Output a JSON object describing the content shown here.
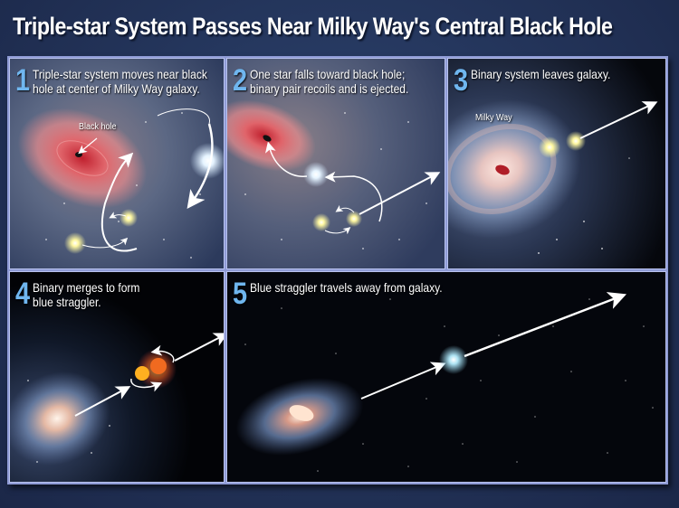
{
  "title": "Triple-star System Passes Near Milky Way's Central Black Hole",
  "colors": {
    "background": "#24365c",
    "frame_border": "#8f9bd6",
    "step_number": "#6fb6ef",
    "caption_text": "#ffffff",
    "black_hole_disk": "#d9545a",
    "star_yellow": "#fff6a8",
    "star_blue": "#bfe8ff"
  },
  "panels": [
    {
      "number": "1",
      "caption_line1": "Triple-star system moves near black",
      "caption_line2": "hole at center of Milky Way galaxy.",
      "labels": [
        "Black hole"
      ]
    },
    {
      "number": "2",
      "caption_line1": "One star falls toward black hole;",
      "caption_line2": "binary pair recoils and is ejected."
    },
    {
      "number": "3",
      "caption_line1": "Binary system leaves galaxy.",
      "labels": [
        "Milky Way"
      ]
    },
    {
      "number": "4",
      "caption_line1": "Binary merges to form",
      "caption_line2": "blue straggler."
    },
    {
      "number": "5",
      "caption_line1": "Blue straggler travels away from galaxy."
    }
  ]
}
